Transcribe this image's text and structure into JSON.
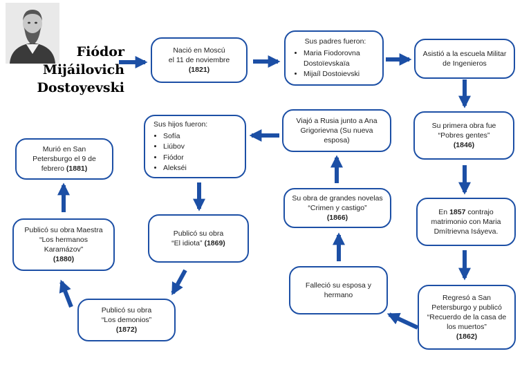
{
  "title": {
    "line1": "Fiódor",
    "line2": "Mijáilovich",
    "line3": "Dostoyevski"
  },
  "nodes": {
    "born": {
      "line1": "Nació en Moscú",
      "line2": "el 11 de noviembre",
      "year": "(1821)"
    },
    "parents": {
      "title": "Sus padres fueron:",
      "items": [
        "Maria Fiodorovna Dostoïevskaïa",
        "Mijaíl Dostoievski"
      ]
    },
    "school": {
      "text": "Asistió a la escuela Militar de Ingenieros"
    },
    "first_work": {
      "text": "Su primera obra fue “Pobres gentes”",
      "year": "(1846)"
    },
    "marriage": {
      "prefix": "En",
      "year": "1857",
      "text": "contrajo matrimonio con Maria Dmítrievna Isáyeva."
    },
    "return": {
      "text": "Regresó a San Petersburgo y publicó “Recuerdo de la casa de los muertos”",
      "year": "(1862)"
    },
    "deaths": {
      "text": "Falleció su esposa y hermano"
    },
    "crimen": {
      "text": "Su obra  de grandes novelas “Crimen y castigo”",
      "year": "(1866)"
    },
    "russia": {
      "text": "Viajó a Rusia junto a Ana Grigorievna (Su nueva esposa)"
    },
    "children": {
      "title": "Sus hijos fueron:",
      "items": [
        "Sofía",
        "Liúbov",
        "Fiódor",
        "Alekséi"
      ]
    },
    "idiota": {
      "line1": "Publicó su obra",
      "line2": "“El idiota”",
      "year": "(1869)"
    },
    "demonios": {
      "line1": "Publicó su obra",
      "line2": "“Los demonios”",
      "year": "(1872)"
    },
    "karamazov": {
      "text": "Publicó su obra Maestra “Los hermanos Karamázov”",
      "year": "(1880)"
    },
    "death": {
      "text": "Murió en San Petersburgo el 9 de febrero",
      "year": "(1881)"
    }
  },
  "colors": {
    "arrow": "#1c4fa5",
    "border": "#1c4fa5"
  }
}
